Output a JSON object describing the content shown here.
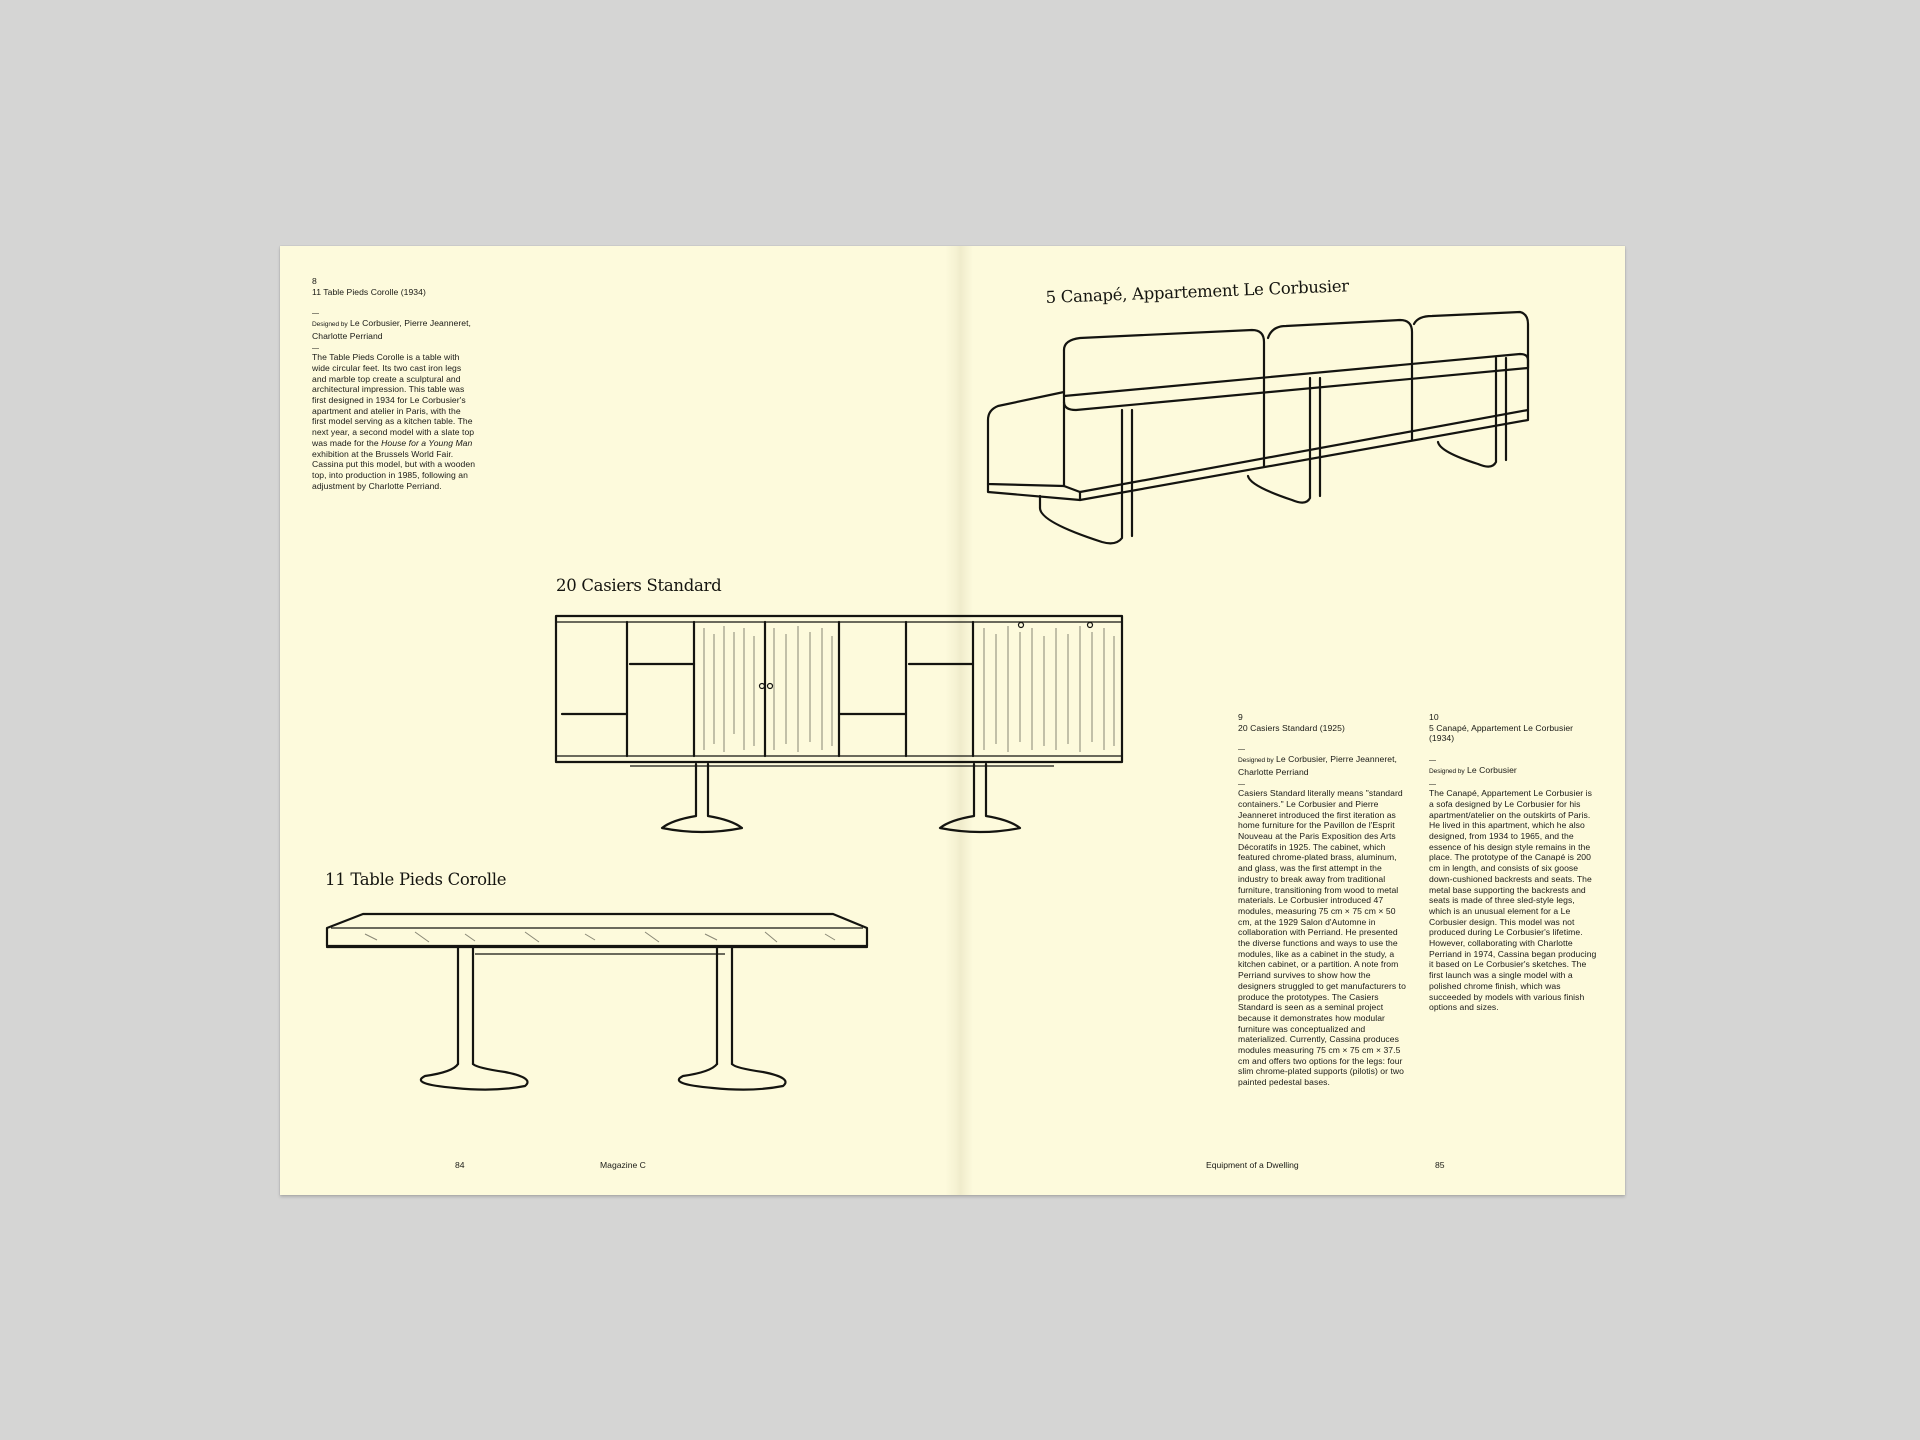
{
  "left_page": {
    "caption": {
      "number": "8",
      "title": "11 Table Pieds Corolle (1934)",
      "designed_by_label": "Designed by",
      "designers": "Le Corbusier, Pierre Jeanneret, Charlotte Perriand",
      "body_before_italic": "The Table Pieds Corolle is a table with wide circular feet. Its two cast iron legs and marble top create a sculptural and architectural impression. This table was first designed in 1934 for Le Corbusier's apartment and atelier in Paris, with the first model serving as a kitchen table. The next year, a second model with a slate top was made for the ",
      "body_italic": "House for a Young Man",
      "body_after_italic": " exhibition at the Brussels World Fair. Cassina put this model, but with a wooden top, into production in 1985, following an adjustment by Charlotte Perriand."
    },
    "illustrations": [
      {
        "heading": "20 Casiers Standard",
        "icon": "cabinet-drawing"
      },
      {
        "heading": "11 Table Pieds Corolle",
        "icon": "table-drawing"
      }
    ],
    "footer": {
      "page_number": "84",
      "publication": "Magazine C"
    }
  },
  "right_page": {
    "illustration": {
      "heading": "5 Canapé, Appartement Le Corbusier",
      "icon": "sofa-drawing"
    },
    "captions": [
      {
        "number": "9",
        "title": "20 Casiers Standard (1925)",
        "designed_by_label": "Designed by",
        "designers": "Le Corbusier, Pierre Jeanneret, Charlotte Perriand",
        "body": "Casiers Standard literally means \"standard containers.\" Le Corbusier and Pierre Jeanneret introduced the first iteration as home furniture for the Pavillon de l'Esprit Nouveau at the Paris Exposition des Arts Décoratifs in 1925. The cabinet, which featured chrome-plated brass, aluminum, and glass, was the first attempt in the industry to break away from traditional furniture, transitioning from wood to metal materials. Le Corbusier introduced 47 modules, measuring 75 cm × 75 cm × 50 cm, at the 1929 Salon d'Automne in collaboration with Perriand. He presented the diverse functions and ways to use the modules, like as a cabinet in the study, a kitchen cabinet, or a partition. A note from Perriand survives to show how the designers struggled to get manufacturers to produce the prototypes. The Casiers Standard is seen as a seminal project because it demonstrates how modular furniture was conceptualized and materialized. Currently, Cassina produces modules measuring 75 cm × 75 cm × 37.5 cm and offers two options for the legs: four slim chrome-plated supports (pilotis) or two painted pedestal bases."
      },
      {
        "number": "10",
        "title": "5 Canapé, Appartement Le Corbusier (1934)",
        "designed_by_label": "Designed by",
        "designers": "Le Corbusier",
        "body": "The Canapé, Appartement Le Corbusier is a sofa designed by Le Corbusier for his apartment/atelier on the outskirts of Paris. He lived in this apartment, which he also designed, from 1934 to 1965, and the essence of his design style remains in the place. The prototype of the Canapé is 200 cm in length, and consists of six goose down-cushioned backrests and seats. The metal base supporting the backrests and seats is made of three sled-style legs, which is an unusual element for a Le Corbusier design. This model was not produced during Le Corbusier's lifetime. However, collaborating with Charlotte Perriand in 1974, Cassina began producing it based on Le Corbusier's sketches. The first launch was a single model with a polished chrome finish, which was succeeded by models with various finish options and sizes."
      }
    ],
    "footer": {
      "section": "Equipment of a Dwelling",
      "page_number": "85"
    }
  },
  "colors": {
    "paper": "#fdfadc",
    "background": "#d5d5d4",
    "ink": "#141410"
  }
}
